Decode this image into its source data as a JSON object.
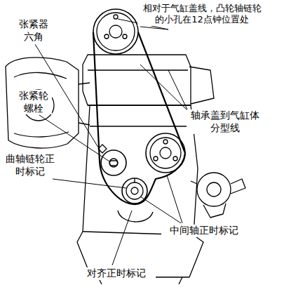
{
  "diagram": {
    "labels": [
      "张紧器 六角",
      "张紧轮 螺栓",
      "相对于气缸盖线，凸轮轴链轮 的小孔在12点钟位置处",
      "轴承盖到气缸体 分型线",
      "曲轴链轮正 时标记",
      "中间轴正时标记",
      "对齐正时标记"
    ]
  }
}
